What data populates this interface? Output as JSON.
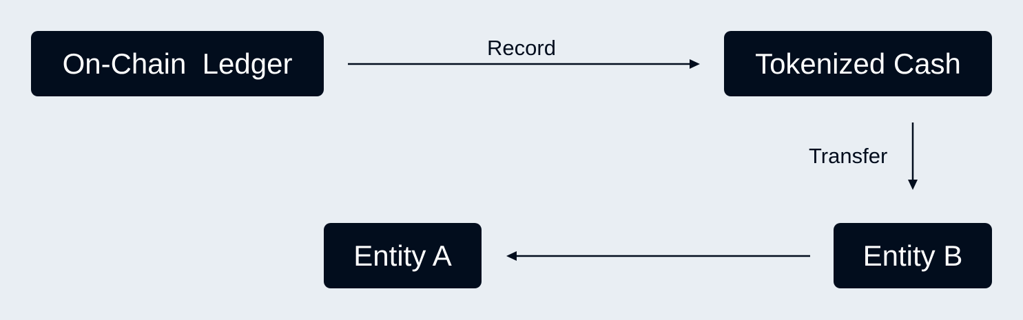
{
  "nodes": {
    "ledger": "On-Chain  Ledger",
    "cash": "Tokenized Cash",
    "entity_a": "Entity A",
    "entity_b": "Entity B"
  },
  "edges": {
    "record": "Record",
    "transfer": "Transfer"
  },
  "colors": {
    "background": "#e9eef3",
    "node_fill": "#020d1d",
    "node_text": "#ffffff",
    "edge": "#020d1d"
  }
}
